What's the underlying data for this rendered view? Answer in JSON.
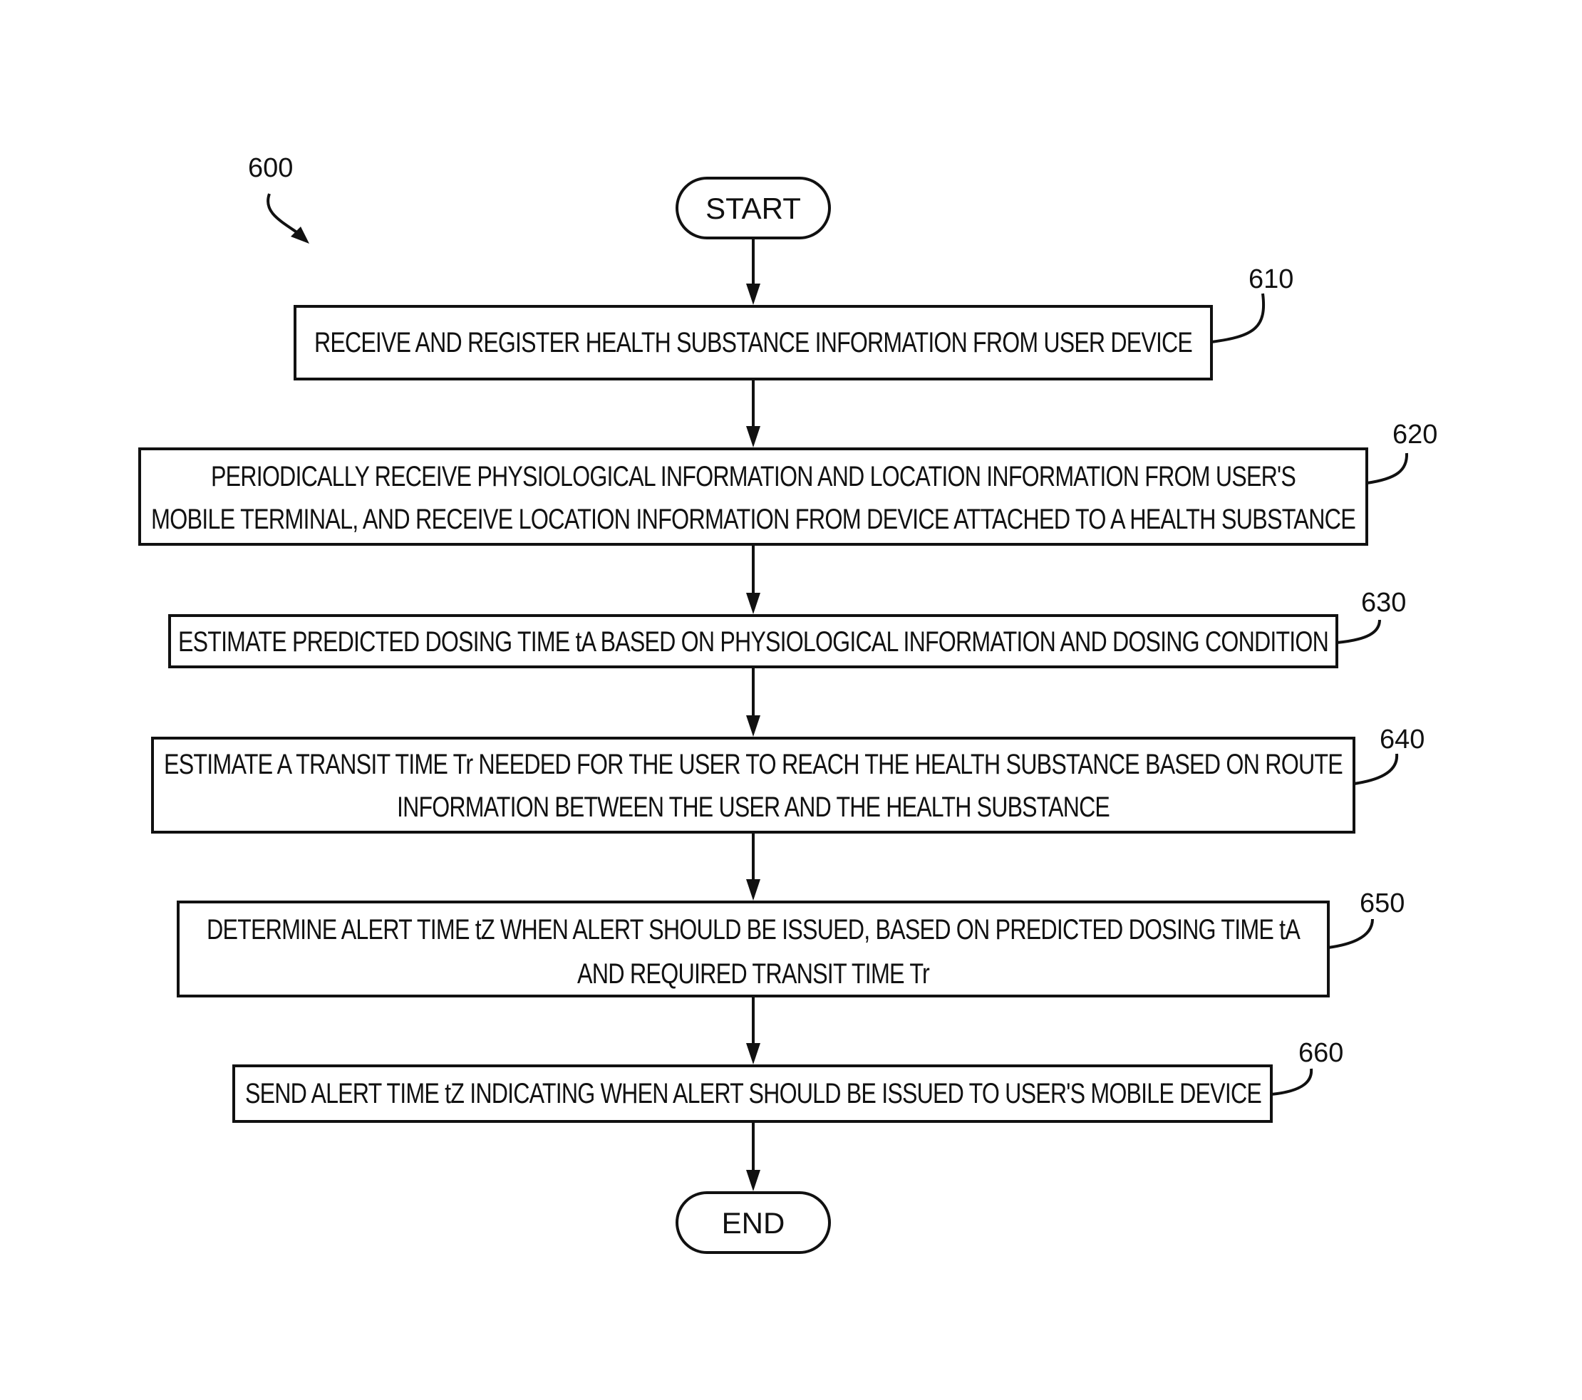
{
  "figure": {
    "ref": "600"
  },
  "start": {
    "label": "START"
  },
  "end": {
    "label": "END"
  },
  "steps": [
    {
      "ref": "610",
      "lines": [
        "RECEIVE AND REGISTER HEALTH SUBSTANCE INFORMATION FROM USER DEVICE"
      ]
    },
    {
      "ref": "620",
      "lines": [
        "PERIODICALLY RECEIVE PHYSIOLOGICAL INFORMATION AND LOCATION INFORMATION FROM USER'S",
        "MOBILE TERMINAL, AND RECEIVE LOCATION INFORMATION FROM DEVICE ATTACHED TO A HEALTH SUBSTANCE"
      ]
    },
    {
      "ref": "630",
      "lines": [
        "ESTIMATE PREDICTED DOSING TIME tA BASED ON PHYSIOLOGICAL INFORMATION AND DOSING CONDITION"
      ]
    },
    {
      "ref": "640",
      "lines": [
        "ESTIMATE A TRANSIT TIME Tr NEEDED FOR THE USER TO REACH THE HEALTH SUBSTANCE BASED ON ROUTE",
        "INFORMATION BETWEEN THE USER AND THE HEALTH SUBSTANCE"
      ]
    },
    {
      "ref": "650",
      "lines": [
        "DETERMINE ALERT TIME tZ WHEN ALERT SHOULD BE ISSUED, BASED ON PREDICTED DOSING TIME tA",
        "AND REQUIRED TRANSIT TIME Tr"
      ]
    },
    {
      "ref": "660",
      "lines": [
        "SEND ALERT TIME tZ INDICATING WHEN ALERT SHOULD BE ISSUED TO USER'S MOBILE DEVICE"
      ]
    }
  ]
}
